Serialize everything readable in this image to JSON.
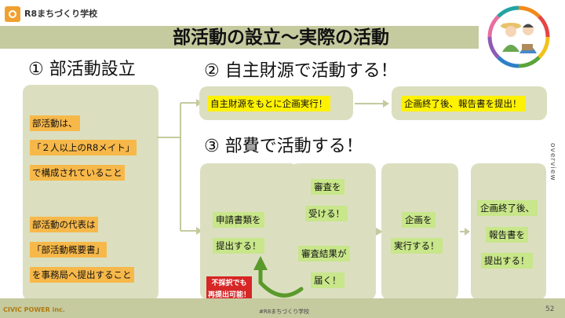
{
  "header": {
    "logo_text": "R8まちづくり学校",
    "title": "部活動の設立〜実際の活動"
  },
  "section1": {
    "heading": "① 部活動設立",
    "lines": [
      "部活動は、",
      "「２人以上のR8メイト」",
      "で構成されていること",
      "部活動の代表は",
      "「部活動概要書」",
      "を事務局へ提出すること"
    ]
  },
  "section2": {
    "heading": "② 自主財源で活動する！",
    "step1": "自主財源をもとに企画実行！",
    "step2": "企画終了後、報告書を提出！"
  },
  "section3": {
    "heading": "③ 部費で活動する！",
    "box1": [
      "申請書類を",
      "提出する！"
    ],
    "box2": [
      "審査を",
      "受ける！",
      "審査結果が",
      "届く！"
    ],
    "box3": [
      "企画を",
      "実行する！"
    ],
    "box4": [
      "企画終了後、",
      "報告書を",
      "提出する！"
    ],
    "reapply": [
      "不採択でも",
      "再提出可能！"
    ]
  },
  "side_label": "overview",
  "footer": {
    "left": "CIVIC POWER inc.",
    "center": "#R8まちづくり学校",
    "page": "52"
  },
  "colors": {
    "band": "#c5ca9f",
    "box": "#dbdfc0",
    "orange_highlight": "#f7b84a",
    "yellow_highlight": "#fff200",
    "green_highlight": "#c8e68a",
    "red_badge": "#d62626",
    "arrow": "#c5ca9f"
  }
}
